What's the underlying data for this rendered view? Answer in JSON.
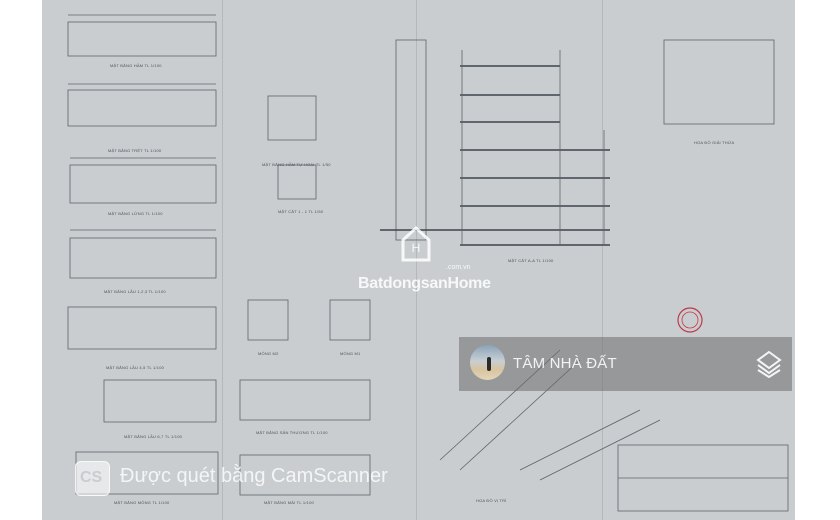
{
  "drawing": {
    "labels_left": [
      "MẶT BẰNG HẦM TL 1/100",
      "MẶT BẰNG TRỆT TL 1/100",
      "MẶT BẰNG LỬNG TL 1/100",
      "MẶT BẰNG LẦU 1,2,3 TL 1/100",
      "MẶT BẰNG LẦU 4,5 TL 1/100",
      "MẶT BẰNG LẦU 6,7 TL 1/100",
      "MẶT BẰNG MÓNG TL 1/100"
    ],
    "labels_middle": [
      "MẶT BẰNG HẦM TỰ HOẠI TL 1/50",
      "MẶT CẮT 1 - 1 TL 1/50",
      "MÓNG M2",
      "MÓNG M1",
      "MẶT BẰNG SÂN THƯỢNG TL 1/100",
      "MẶT BẰNG MÁI TL 1/100"
    ],
    "labels_right": [
      "MẶT CẮT A-A TL 1/100",
      "HỌA ĐỒ GIẢI THỬA",
      "HỌA ĐỒ VỊ TRÍ"
    ],
    "stamp_color": "#c0394a"
  },
  "watermark": {
    "brand": "BatdongsanHome",
    "domain": ".com.vn",
    "logo_letter": "H"
  },
  "banner": {
    "name": "TÂM NHÀ ĐẤT",
    "icon": "layers-logo-icon"
  },
  "scanner": {
    "badge": "CS",
    "text": "Được quét bằng CamScanner"
  }
}
